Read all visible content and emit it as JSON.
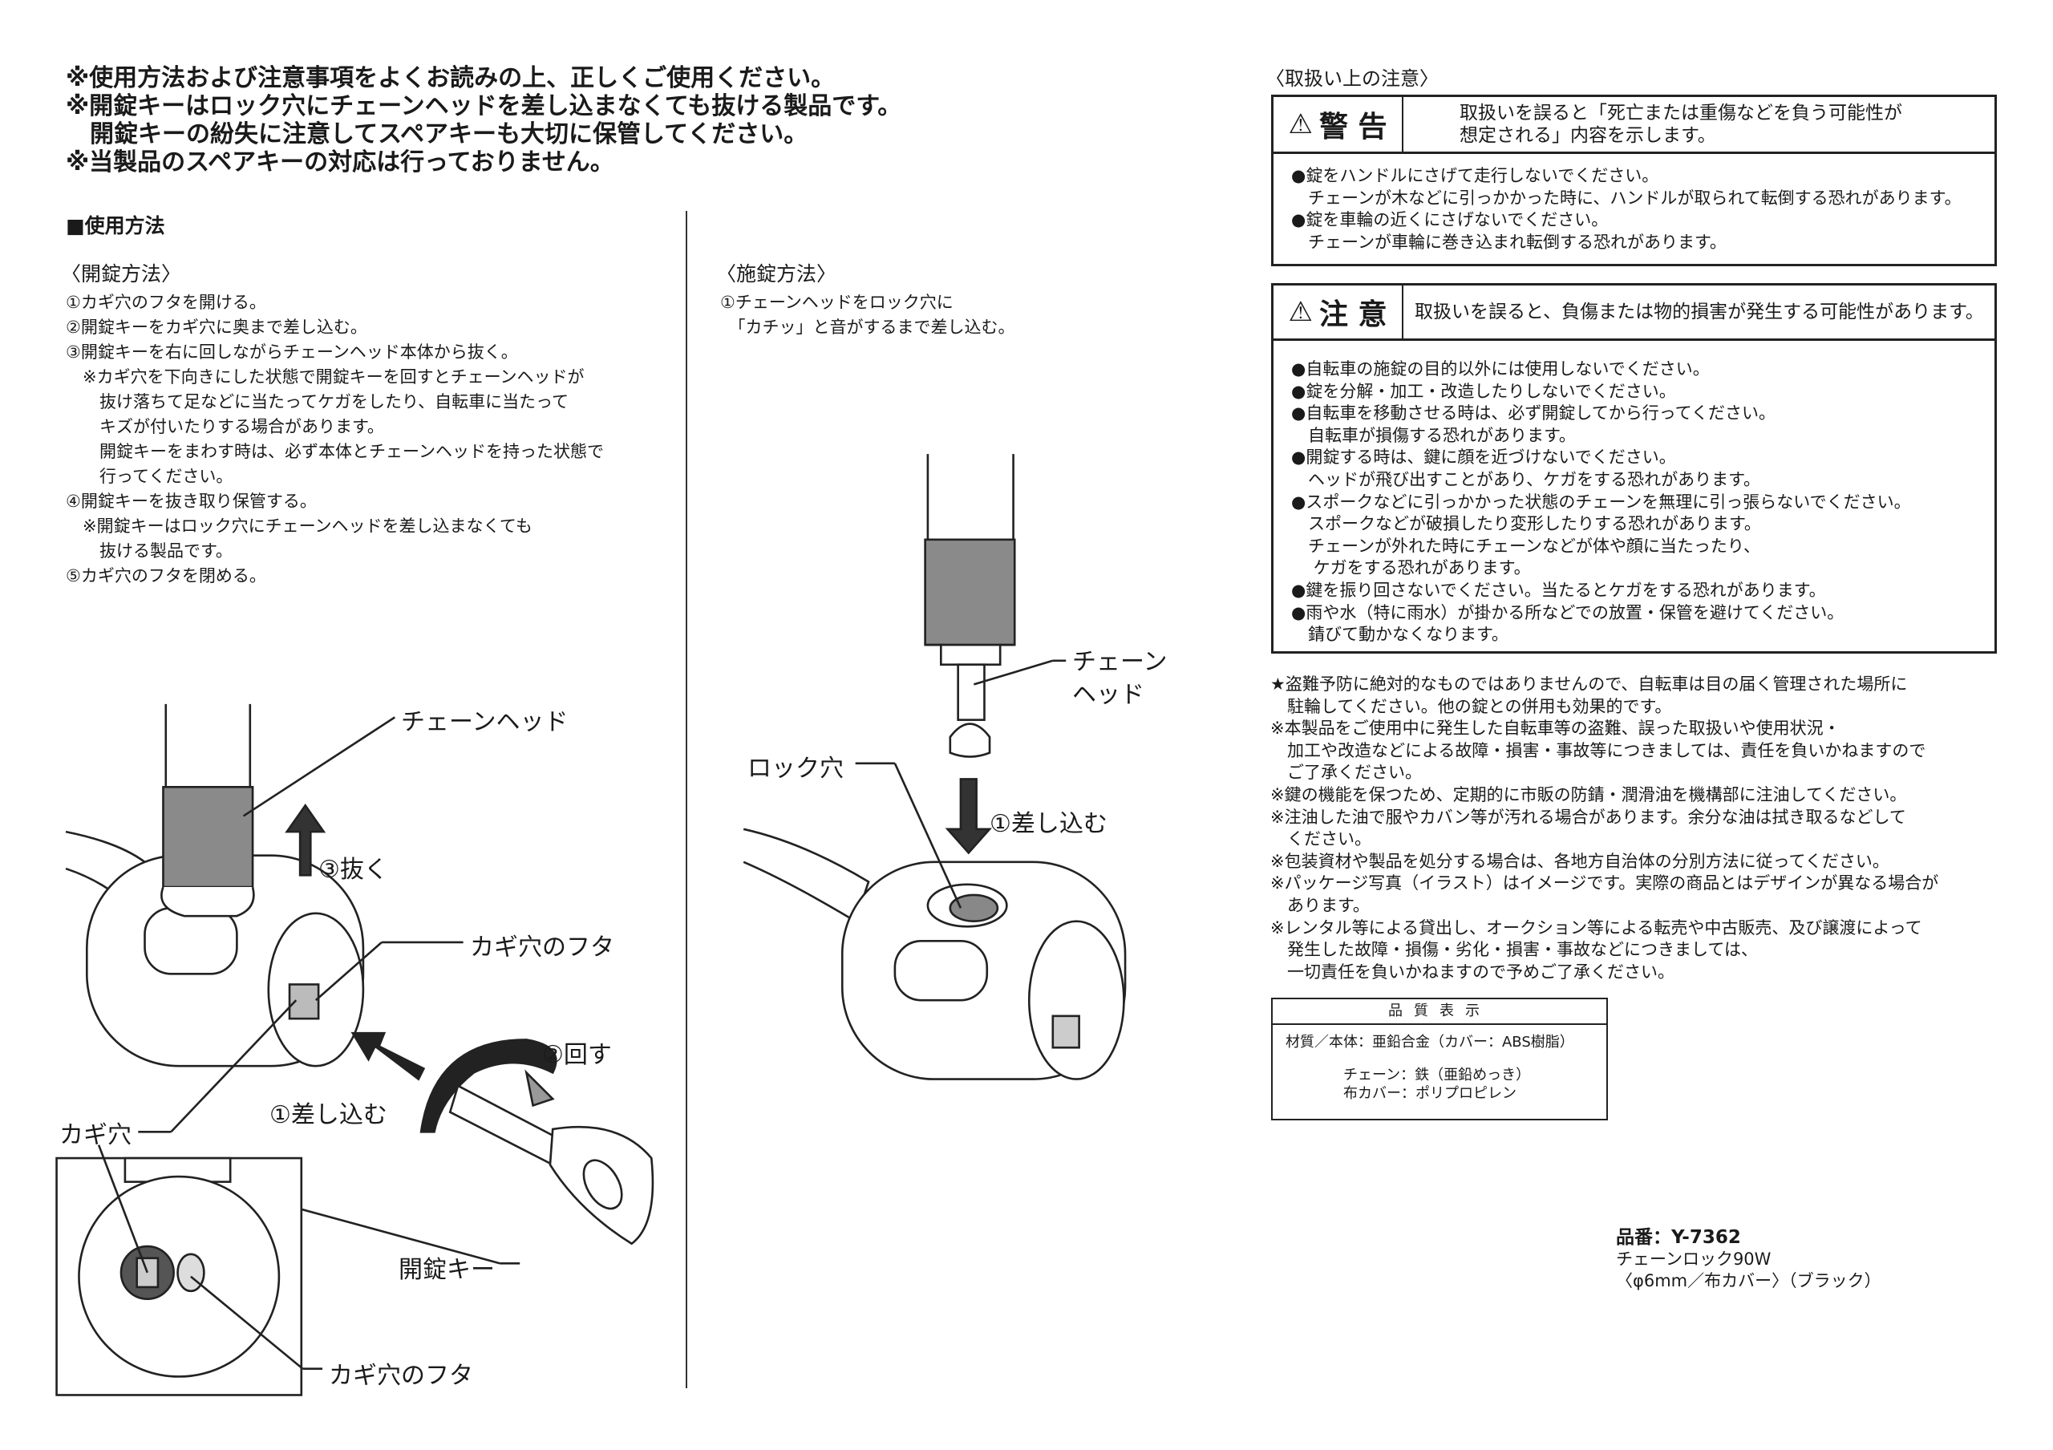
{
  "top_notes": [
    "※使用方法および注意事項をよくお読みの上、正しくご使用ください。",
    "※開錠キーはロック穴にチェーンヘッドを差し込まなくても抜ける製品です。",
    "　開錠キーの紛失に注意してスペアキーも大切に保管してください。",
    "※当製品のスペアキーの対応は行っておりません。"
  ],
  "usage": {
    "heading": "■使用方法",
    "unlock": {
      "title": "〈開錠方法〉",
      "steps": [
        "①カギ穴のフタを開ける。",
        "②開錠キーをカギ穴に奥まで差し込む。",
        "③開錠キーを右に回しながらチェーンヘッド本体から抜く。",
        "　※カギ穴を下向きにした状態で開錠キーを回すとチェーンヘッドが",
        "　　抜け落ちて足などに当たってケガをしたり、自転車に当たって",
        "　　キズが付いたりする場合があります。",
        "　　開錠キーをまわす時は、必ず本体とチェーンヘッドを持った状態で",
        "　　行ってください。",
        "④開錠キーを抜き取り保管する。",
        "　※開錠キーはロック穴にチェーンヘッドを差し込まなくても",
        "　　抜ける製品です。",
        "⑤カギ穴のフタを閉める。"
      ],
      "labels": {
        "chain_head": "チェーンヘッド",
        "pull": "③抜く",
        "keyhole_cover": "カギ穴のフタ",
        "turn": "②回す",
        "insert": "①差し込む",
        "keyhole": "カギ穴",
        "key": "開錠キー",
        "keyhole_cover_inset": "カギ穴のフタ"
      }
    },
    "lock": {
      "title": "〈施錠方法〉",
      "steps": [
        "①チェーンヘッドをロック穴に",
        "　「カチッ」と音がするまで差し込む。"
      ],
      "labels": {
        "chain_head_1": "チェーン",
        "chain_head_2": "ヘッド",
        "lock_hole": "ロック穴",
        "insert": "①差し込む"
      }
    }
  },
  "handling": {
    "title": "〈取扱い上の注意〉",
    "warning": {
      "badge": "警 告",
      "header": [
        "取扱いを誤ると「死亡または重傷などを負う可能性が",
        "想定される」内容を示します。"
      ],
      "items": [
        "●錠をハンドルにさげて走行しないでください。",
        "　チェーンが木などに引っかかった時に、ハンドルが取られて転倒する恐れがあります。",
        "●錠を車輪の近くにさげないでください。",
        "　チェーンが車輪に巻き込まれ転倒する恐れがあります。"
      ]
    },
    "caution": {
      "badge": "注 意",
      "header": [
        "取扱いを誤ると、負傷または物的損害が発生する可能性があります。"
      ],
      "items": [
        "●自転車の施錠の目的以外には使用しないでください。",
        "●錠を分解・加工・改造したりしないでください。",
        "●自転車を移動させる時は、必ず開錠してから行ってください。",
        "　自転車が損傷する恐れがあります。",
        "●開錠する時は、鍵に顔を近づけないでください。",
        "　ヘッドが飛び出すことがあり、ケガをする恐れがあります。",
        "●スポークなどに引っかかった状態のチェーンを無理に引っ張らないでください。",
        "　スポークなどが破損したり変形したりする恐れがあります。",
        "　チェーンが外れた時にチェーンなどが体や顔に当たったり、",
        "　 ケガをする恐れがあります。",
        "●鍵を振り回さないでください。当たるとケガをする恐れがあります。",
        "●雨や水（特に雨水）が掛かる所などでの放置・保管を避けてください。",
        "　錆びて動かなくなります。"
      ]
    }
  },
  "notes": [
    "★盗難予防に絶対的なものではありませんので、自転車は目の届く管理された場所に",
    "　駐輪してください。他の錠との併用も効果的です。",
    "※本製品をご使用中に発生した自転車等の盗難、誤った取扱いや使用状況・",
    "　加工や改造などによる故障・損害・事故等につきましては、責任を負いかねますので",
    "　ご了承ください。",
    "※鍵の機能を保つため、定期的に市販の防錆・潤滑油を機構部に注油してください。",
    "※注油した油で服やカバン等が汚れる場合があります。余分な油は拭き取るなどして",
    "　ください。",
    "※包装資材や製品を処分する場合は、各地方自治体の分別方法に従ってください。",
    "※パッケージ写真（イラスト）はイメージです。実際の商品とはデザインが異なる場合が",
    "　あります。",
    "※レンタル等による貸出し、オークション等による転売や中古販売、及び譲渡によって",
    "　発生した故障・損傷・劣化・損害・事故などにつきましては、",
    "　一切責任を負いかねますので予めご了承ください。"
  ],
  "quality": {
    "title": "品質表示",
    "lines": [
      "材質／本体：亜鉛合金（カバー：ABS樹脂）",
      "",
      "　　　　チェーン：鉄（亜鉛めっき）",
      "　　　　布カバー：ポリプロピレン"
    ]
  },
  "product": {
    "number": "品番：Y-7362",
    "name": "チェーンロック90W",
    "spec": "〈φ6mm／布カバー〉（ブラック）"
  }
}
